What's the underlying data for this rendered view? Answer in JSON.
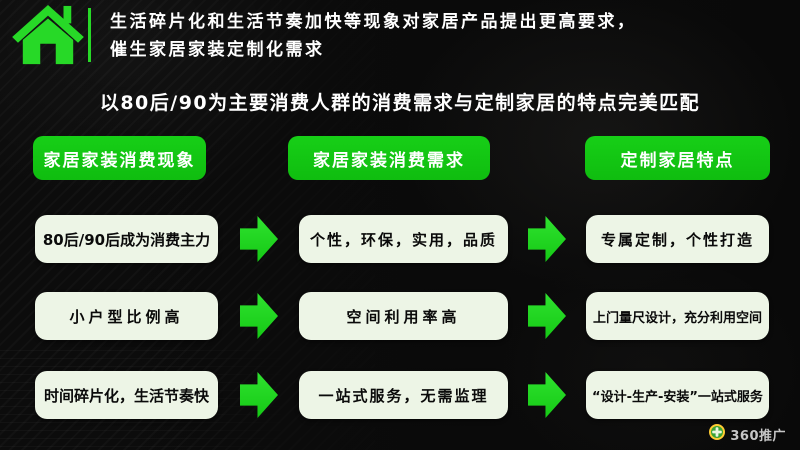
{
  "header": {
    "title_line1": "生活碎片化和生活节奏加快等现象对家居产品提出更高要求，",
    "title_line2": "催生家居家装定制化需求"
  },
  "subtitle": "以80后/90为主要消费人群的消费需求与定制家居的特点完美匹配",
  "columns": [
    {
      "header": "家居家装消费现象",
      "items": [
        "80后/90后成为消费主力",
        "小户型比例高",
        "时间碎片化，生活节奏快"
      ]
    },
    {
      "header": "家居家装消费需求",
      "items": [
        "个性，环保，实用，品质",
        "空间利用率高",
        "一站式服务，无需监理"
      ]
    },
    {
      "header": "定制家居特点",
      "items": [
        "专属定制，个性打造",
        "上门量尺设计，充分利用空间",
        "“设计-生产-安装”一站式服务"
      ]
    }
  ],
  "footer": {
    "brand": "360推广"
  },
  "colors": {
    "accent_green": "#1ed41e",
    "pill_green": "#12c512",
    "box_bg": "#edf5e6",
    "background": "#0a0a0a",
    "logo_yellow": "#ffcc33",
    "logo_green": "#3aa335"
  }
}
